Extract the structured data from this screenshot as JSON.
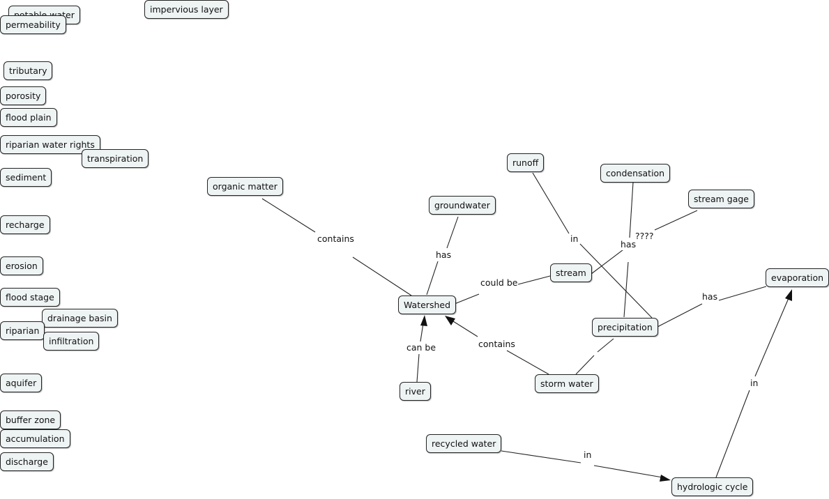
{
  "concept_map": {
    "unlinked_concepts": {
      "potable_water": "potable water",
      "impervious_layer": "impervious  layer",
      "permeability": "permeability",
      "tributary": "tributary",
      "porosity": "porosity",
      "flood_plain": "flood plain",
      "riparian_water_rights": "riparian water rights",
      "transpiration": "transpiration",
      "sediment": "sediment",
      "recharge": "recharge",
      "erosion": "erosion",
      "flood_stage": "flood stage",
      "drainage_basin": "drainage basin",
      "riparian": "riparian",
      "infiltration": "infiltration",
      "aquifer": "aquifer",
      "buffer_zone": "buffer zone",
      "accumulation": "accumulation",
      "discharge": "discharge"
    },
    "concepts": {
      "organic_matter": "organic matter",
      "groundwater": "groundwater",
      "runoff": "runoff",
      "condensation": "condensation",
      "stream_gage": "stream gage",
      "stream": "stream",
      "evaporation": "evaporation",
      "watershed": "Watershed",
      "precipitation": "precipitation",
      "river": "river",
      "storm_water": "storm water",
      "recycled_water": "recycled water",
      "hydrologic_cycle": "hydrologic cycle"
    },
    "linking_phrases": {
      "contains_organic": "contains",
      "has_groundwater": "has",
      "could_be": "could be",
      "in_runoff": "in",
      "has_condensation": "has",
      "unknown_gage": "????",
      "has_evaporation": "has",
      "can_be": "can be",
      "contains_storm": "contains",
      "in_evaporation": "in",
      "in_recycled": "in"
    }
  }
}
